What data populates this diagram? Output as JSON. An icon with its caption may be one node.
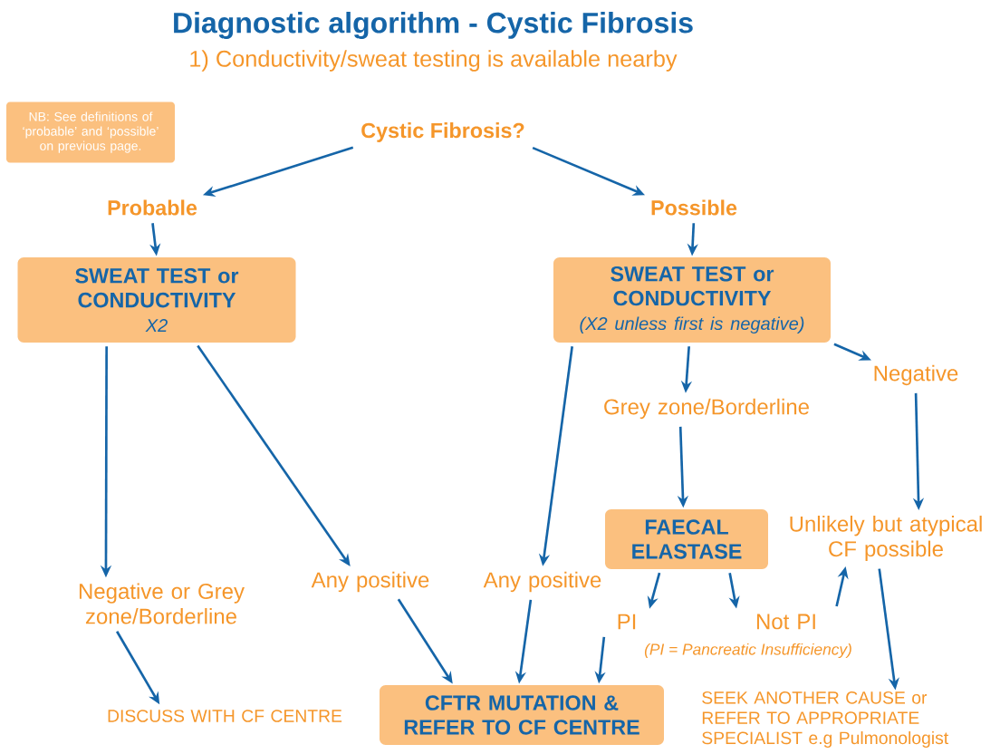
{
  "diagram": {
    "title": "Diagnostic algorithm - Cystic Fibrosis",
    "nodes": [
      {
        "text": [
          "NB: See definitions of ‘probable’ and ‘possible’ on previous page."
        ]
      },
      {
        "text": [
          "Cystic Fibrosis?"
        ]
      },
      {
        "text": [
          "Probable"
        ]
      },
      {
        "text": [
          "Possible"
        ]
      },
      {
        "text": [
          "SWEAT TEST or CONDUCTIVITY",
          "X2"
        ]
      },
      {
        "text": [
          "SWEAT TEST or CONDUCTIVITY",
          "(X2 unless first is negative)"
        ]
      },
      {
        "text": [
          "Grey zone/Borderline"
        ]
      },
      {
        "text": [
          "Negative"
        ]
      },
      {
        "text": [
          "Negative or Grey zone/Borderline"
        ]
      },
      {
        "text": [
          "Any positive"
        ]
      },
      {
        "text": [
          "Any positive"
        ]
      },
      {
        "text": [
          "FAECAL ELASTASE"
        ]
      },
      {
        "text": [
          "Unlikely but atypical CF possible"
        ]
      },
      {
        "text": [
          "PI"
        ]
      },
      {
        "text": [
          "Not PI"
        ]
      },
      {
        "text": [
          "DISCUSS WITH CF CENTRE"
        ]
      },
      {
        "text": [
          "CFTR MUTATION & REFER TO CF CENTRE"
        ]
      },
      {
        "text": [
          "SEEK ANOTHER CAUSE or REFER TO APPROPRIATE SPECIALIST e.g Pulmonologist"
        ]
      }
    ],
    "edges": [
      {
        "from": 1,
        "to": 2,
        "arrow": "to"
      },
      {
        "from": 1,
        "to": 3,
        "arrow": "to"
      },
      {
        "from": 2,
        "to": 4,
        "arrow": "to"
      },
      {
        "from": 3,
        "to": 5,
        "arrow": "to"
      },
      {
        "from": 4,
        "to": 8,
        "arrow": "to"
      },
      {
        "from": 4,
        "to": 9,
        "arrow": "to"
      },
      {
        "from": 5,
        "to": 10,
        "arrow": "to"
      },
      {
        "from": 5,
        "to": 6,
        "arrow": "to"
      },
      {
        "from": 5,
        "to": 7,
        "arrow": "to"
      },
      {
        "from": 6,
        "to": 11,
        "arrow": "to"
      },
      {
        "from": 7,
        "to": 12,
        "arrow": "to"
      },
      {
        "from": 11,
        "to": 13,
        "arrow": "to"
      },
      {
        "from": 11,
        "to": 14,
        "arrow": "to"
      },
      {
        "from": 14,
        "to": 12,
        "arrow": "to"
      },
      {
        "from": 13,
        "to": 16,
        "arrow": "to"
      },
      {
        "from": 9,
        "to": 16,
        "arrow": "to"
      },
      {
        "from": 10,
        "to": 16,
        "arrow": "to"
      },
      {
        "from": 12,
        "to": 17,
        "arrow": "to"
      },
      {
        "from": 8,
        "to": 15,
        "arrow": "to"
      }
    ],
    "labels": [
      "1) Conductivity/sweat testing is available nearby",
      "(PI = Pancreatic Insufficiency)"
    ]
  }
}
